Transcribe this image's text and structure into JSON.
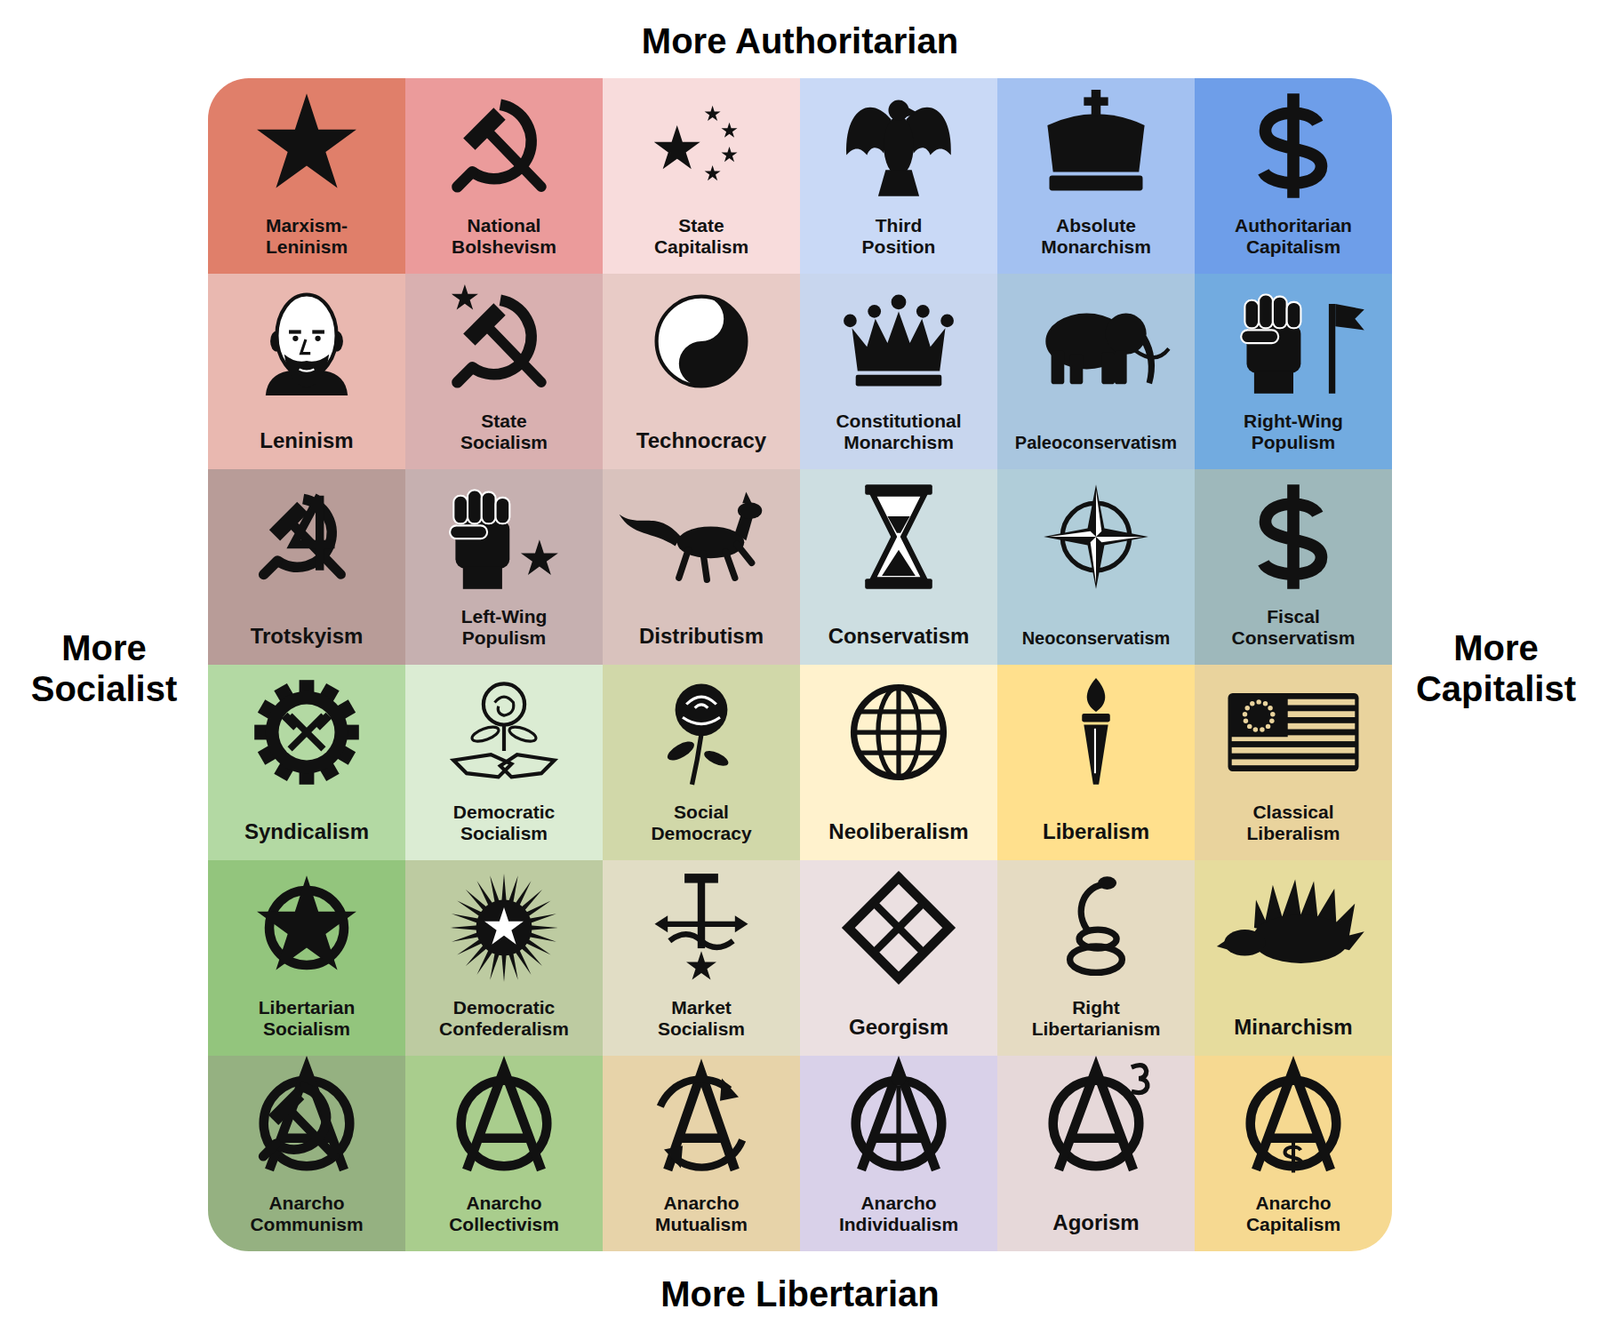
{
  "diagram": {
    "nodes": [
      {
        "text": [
          "Marxism-Leninism"
        ]
      },
      {
        "text": [
          "National Bolshevism"
        ]
      },
      {
        "text": [
          "State Capitalism"
        ]
      },
      {
        "text": [
          "Third Position"
        ]
      },
      {
        "text": [
          "Absolute Monarchism"
        ]
      },
      {
        "text": [
          "Authoritarian Capitalism"
        ]
      },
      {
        "text": [
          "Leninism"
        ]
      },
      {
        "text": [
          "State Socialism"
        ]
      },
      {
        "text": [
          "Technocracy"
        ]
      },
      {
        "text": [
          "Constitutional Monarchism"
        ]
      },
      {
        "text": [
          "Paleoconservatism"
        ]
      },
      {
        "text": [
          "Right-Wing Populism"
        ]
      },
      {
        "text": [
          "Trotskyism"
        ]
      },
      {
        "text": [
          "Left-Wing Populism"
        ]
      },
      {
        "text": [
          "Distributism"
        ]
      },
      {
        "text": [
          "Conservatism"
        ]
      },
      {
        "text": [
          "Neoconservatism"
        ]
      },
      {
        "text": [
          "Fiscal Conservatism"
        ]
      },
      {
        "text": [
          "Syndicalism"
        ]
      },
      {
        "text": [
          "Democratic Socialism"
        ]
      },
      {
        "text": [
          "Social Democracy"
        ]
      },
      {
        "text": [
          "Neoliberalism"
        ]
      },
      {
        "text": [
          "Liberalism"
        ]
      },
      {
        "text": [
          "Classical Liberalism"
        ]
      },
      {
        "text": [
          "Libertarian Socialism"
        ]
      },
      {
        "text": [
          "Democratic Confederalism"
        ]
      },
      {
        "text": [
          "Market Socialism"
        ]
      },
      {
        "text": [
          "Georgism"
        ]
      },
      {
        "text": [
          "Right Libertarianism"
        ]
      },
      {
        "text": [
          "Minarchism"
        ]
      },
      {
        "text": [
          "Anarcho Communism"
        ]
      },
      {
        "text": [
          "Anarcho Collectivism"
        ]
      },
      {
        "text": [
          "Anarcho Mutualism"
        ]
      },
      {
        "text": [
          "Anarcho Individualism"
        ]
      },
      {
        "text": [
          "Agorism"
        ]
      },
      {
        "text": [
          "Anarcho Capitalism"
        ]
      }
    ],
    "labels": [
      "More Authoritarian",
      "More Socialist",
      "More Capitalist",
      "More Libertarian"
    ]
  }
}
